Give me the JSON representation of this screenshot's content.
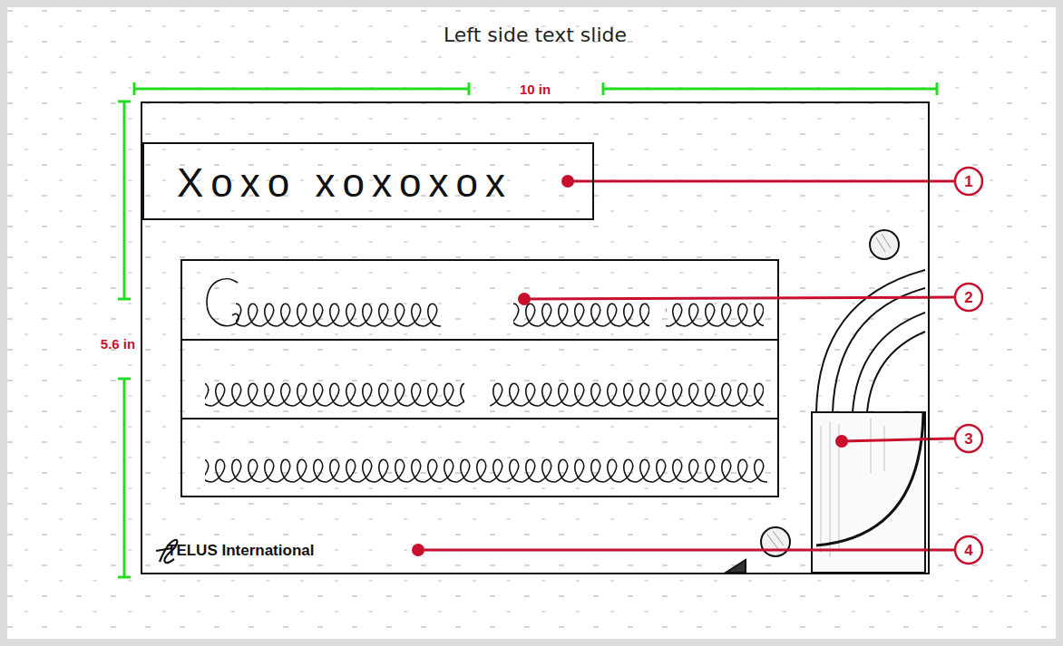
{
  "diagram": {
    "title": "Left side text slide",
    "nodes": [
      {
        "text": [
          "TELUS International"
        ]
      },
      {
        "text": [
          "Xoxo xoxoxox"
        ],
        "in": 0
      }
    ],
    "labels": [
      "10 in",
      "5.6 in",
      "1",
      "2",
      "3",
      "4"
    ]
  }
}
